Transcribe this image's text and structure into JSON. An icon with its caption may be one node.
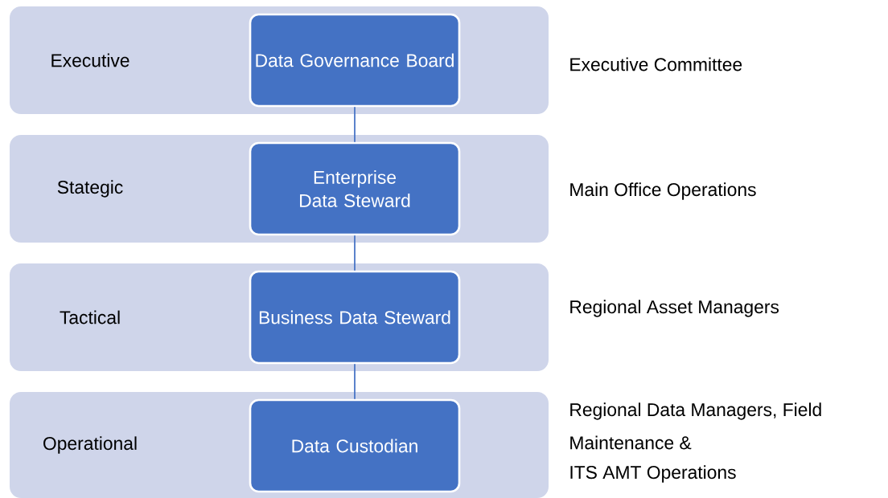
{
  "diagram": {
    "nodes": [
      {
        "text": [
          "Executive"
        ],
        "beside": [
          "Executive Committee"
        ]
      },
      {
        "text": [
          "Data Governance Board"
        ],
        "in": 0
      },
      {
        "text": [
          "Stategic"
        ],
        "beside": [
          "Main Office Operations"
        ]
      },
      {
        "text": [
          "Enterprise Data Steward"
        ],
        "in": 2
      },
      {
        "text": [
          "Tactical"
        ],
        "beside": [
          "Regional Asset Managers"
        ]
      },
      {
        "text": [
          "Business Data Steward"
        ],
        "in": 4
      },
      {
        "text": [
          "Operational"
        ],
        "beside": [
          "Regional Data Managers, Field",
          "Maintenance &",
          "ITS AMT Operations"
        ]
      },
      {
        "text": [
          "Data Custodian"
        ],
        "in": 6
      }
    ],
    "edges": [
      {
        "from": 1,
        "to": 3,
        "arrow": "none"
      },
      {
        "from": 3,
        "to": 5,
        "arrow": "none"
      },
      {
        "from": 5,
        "to": 7,
        "arrow": "none"
      }
    ]
  }
}
